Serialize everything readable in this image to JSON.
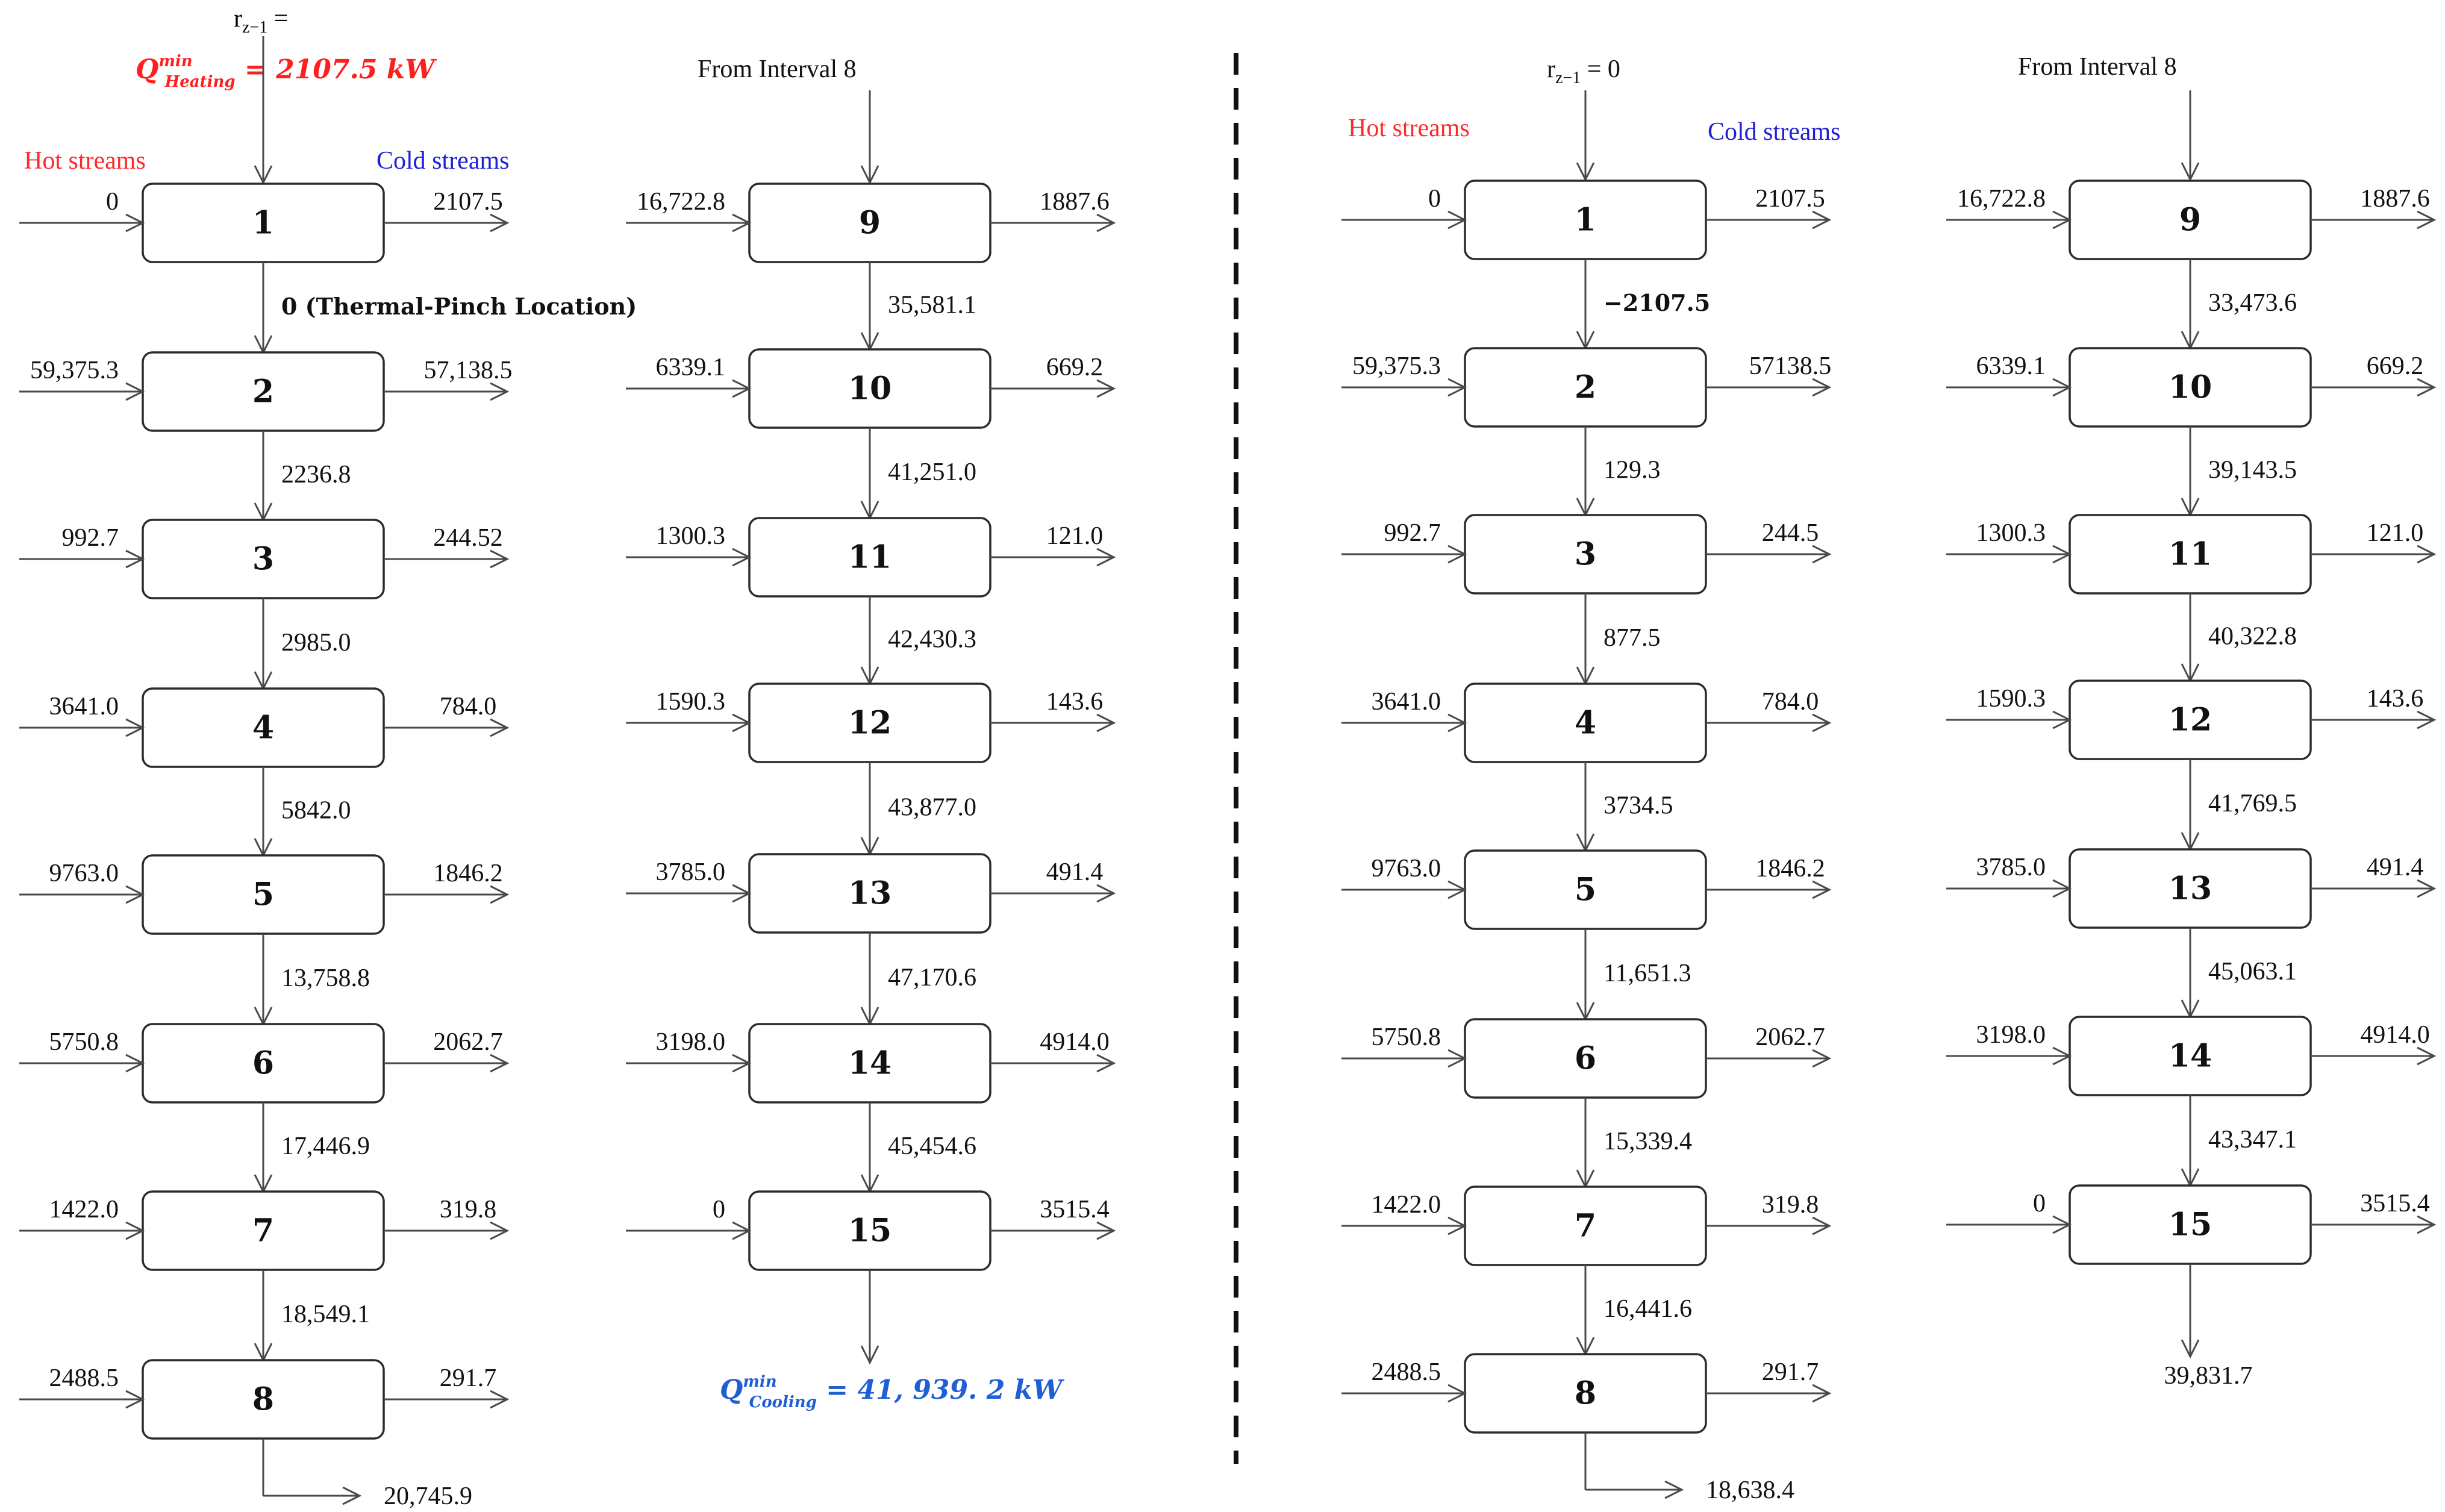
{
  "colors": {
    "hot": "#ff2a2a",
    "cold": "#1f1fd6",
    "heating": "#ff1f1f",
    "cooling": "#1f5fd6"
  },
  "left_panel": {
    "r_label": "r",
    "r_sub": "z−1",
    "r_eq": " =",
    "heating_q": "Q",
    "heating_sup": "min",
    "heating_sub": "Heating",
    "heating_value": " = 2107.5 kW",
    "hot_streams": "Hot streams",
    "cold_streams": "Cold streams",
    "from_interval": "From Interval 8",
    "col1": {
      "boxes": [
        "1",
        "2",
        "3",
        "4",
        "5",
        "6",
        "7",
        "8"
      ],
      "hot_in": [
        "0",
        "59,375.3",
        "992.7",
        "3641.0",
        "9763.0",
        "5750.8",
        "1422.0",
        "2488.5"
      ],
      "cold_out": [
        "2107.5",
        "57,138.5",
        "244.52",
        "784.0",
        "1846.2",
        "2062.7",
        "319.8",
        "291.7"
      ],
      "residuals": [
        "0 (Thermal-Pinch Location)",
        "2236.8",
        "2985.0",
        "5842.0",
        "13,758.8",
        "17,446.9",
        "18,549.1"
      ],
      "final": "20,745.9"
    },
    "col2": {
      "boxes": [
        "9",
        "10",
        "11",
        "12",
        "13",
        "14",
        "15"
      ],
      "hot_in": [
        "16,722.8",
        "6339.1",
        "1300.3",
        "1590.3",
        "3785.0",
        "3198.0",
        "0"
      ],
      "cold_out": [
        "1887.6",
        "669.2",
        "121.0",
        "143.6",
        "491.4",
        "4914.0",
        "3515.4"
      ],
      "residuals": [
        "35,581.1",
        "41,251.0",
        "42,430.3",
        "43,877.0",
        "47,170.6",
        "45,454.6"
      ]
    },
    "cooling_q": "Q",
    "cooling_sup": "min",
    "cooling_sub": "Cooling",
    "cooling_value": " = 41, 939. 2 kW"
  },
  "right_panel": {
    "r_label": "r",
    "r_sub": "z−1",
    "r_eq": " = 0",
    "hot_streams": "Hot streams",
    "cold_streams": "Cold streams",
    "from_interval": "From Interval 8",
    "col1": {
      "boxes": [
        "1",
        "2",
        "3",
        "4",
        "5",
        "6",
        "7",
        "8"
      ],
      "hot_in": [
        "0",
        "59,375.3",
        "992.7",
        "3641.0",
        "9763.0",
        "5750.8",
        "1422.0",
        "2488.5"
      ],
      "cold_out": [
        "2107.5",
        "57138.5",
        "244.5",
        "784.0",
        "1846.2",
        "2062.7",
        "319.8",
        "291.7"
      ],
      "residuals": [
        "−2107.5",
        "129.3",
        "877.5",
        "3734.5",
        "11,651.3",
        "15,339.4",
        "16,441.6"
      ],
      "final": "18,638.4"
    },
    "col2": {
      "boxes": [
        "9",
        "10",
        "11",
        "12",
        "13",
        "14",
        "15"
      ],
      "hot_in": [
        "16,722.8",
        "6339.1",
        "1300.3",
        "1590.3",
        "3785.0",
        "3198.0",
        "0"
      ],
      "cold_out": [
        "1887.6",
        "669.2",
        "121.0",
        "143.6",
        "491.4",
        "4914.0",
        "3515.4"
      ],
      "residuals": [
        "33,473.6",
        "39,143.5",
        "40,322.8",
        "41,769.5",
        "45,063.1",
        "43,347.1"
      ],
      "final": "39,831.7"
    }
  }
}
